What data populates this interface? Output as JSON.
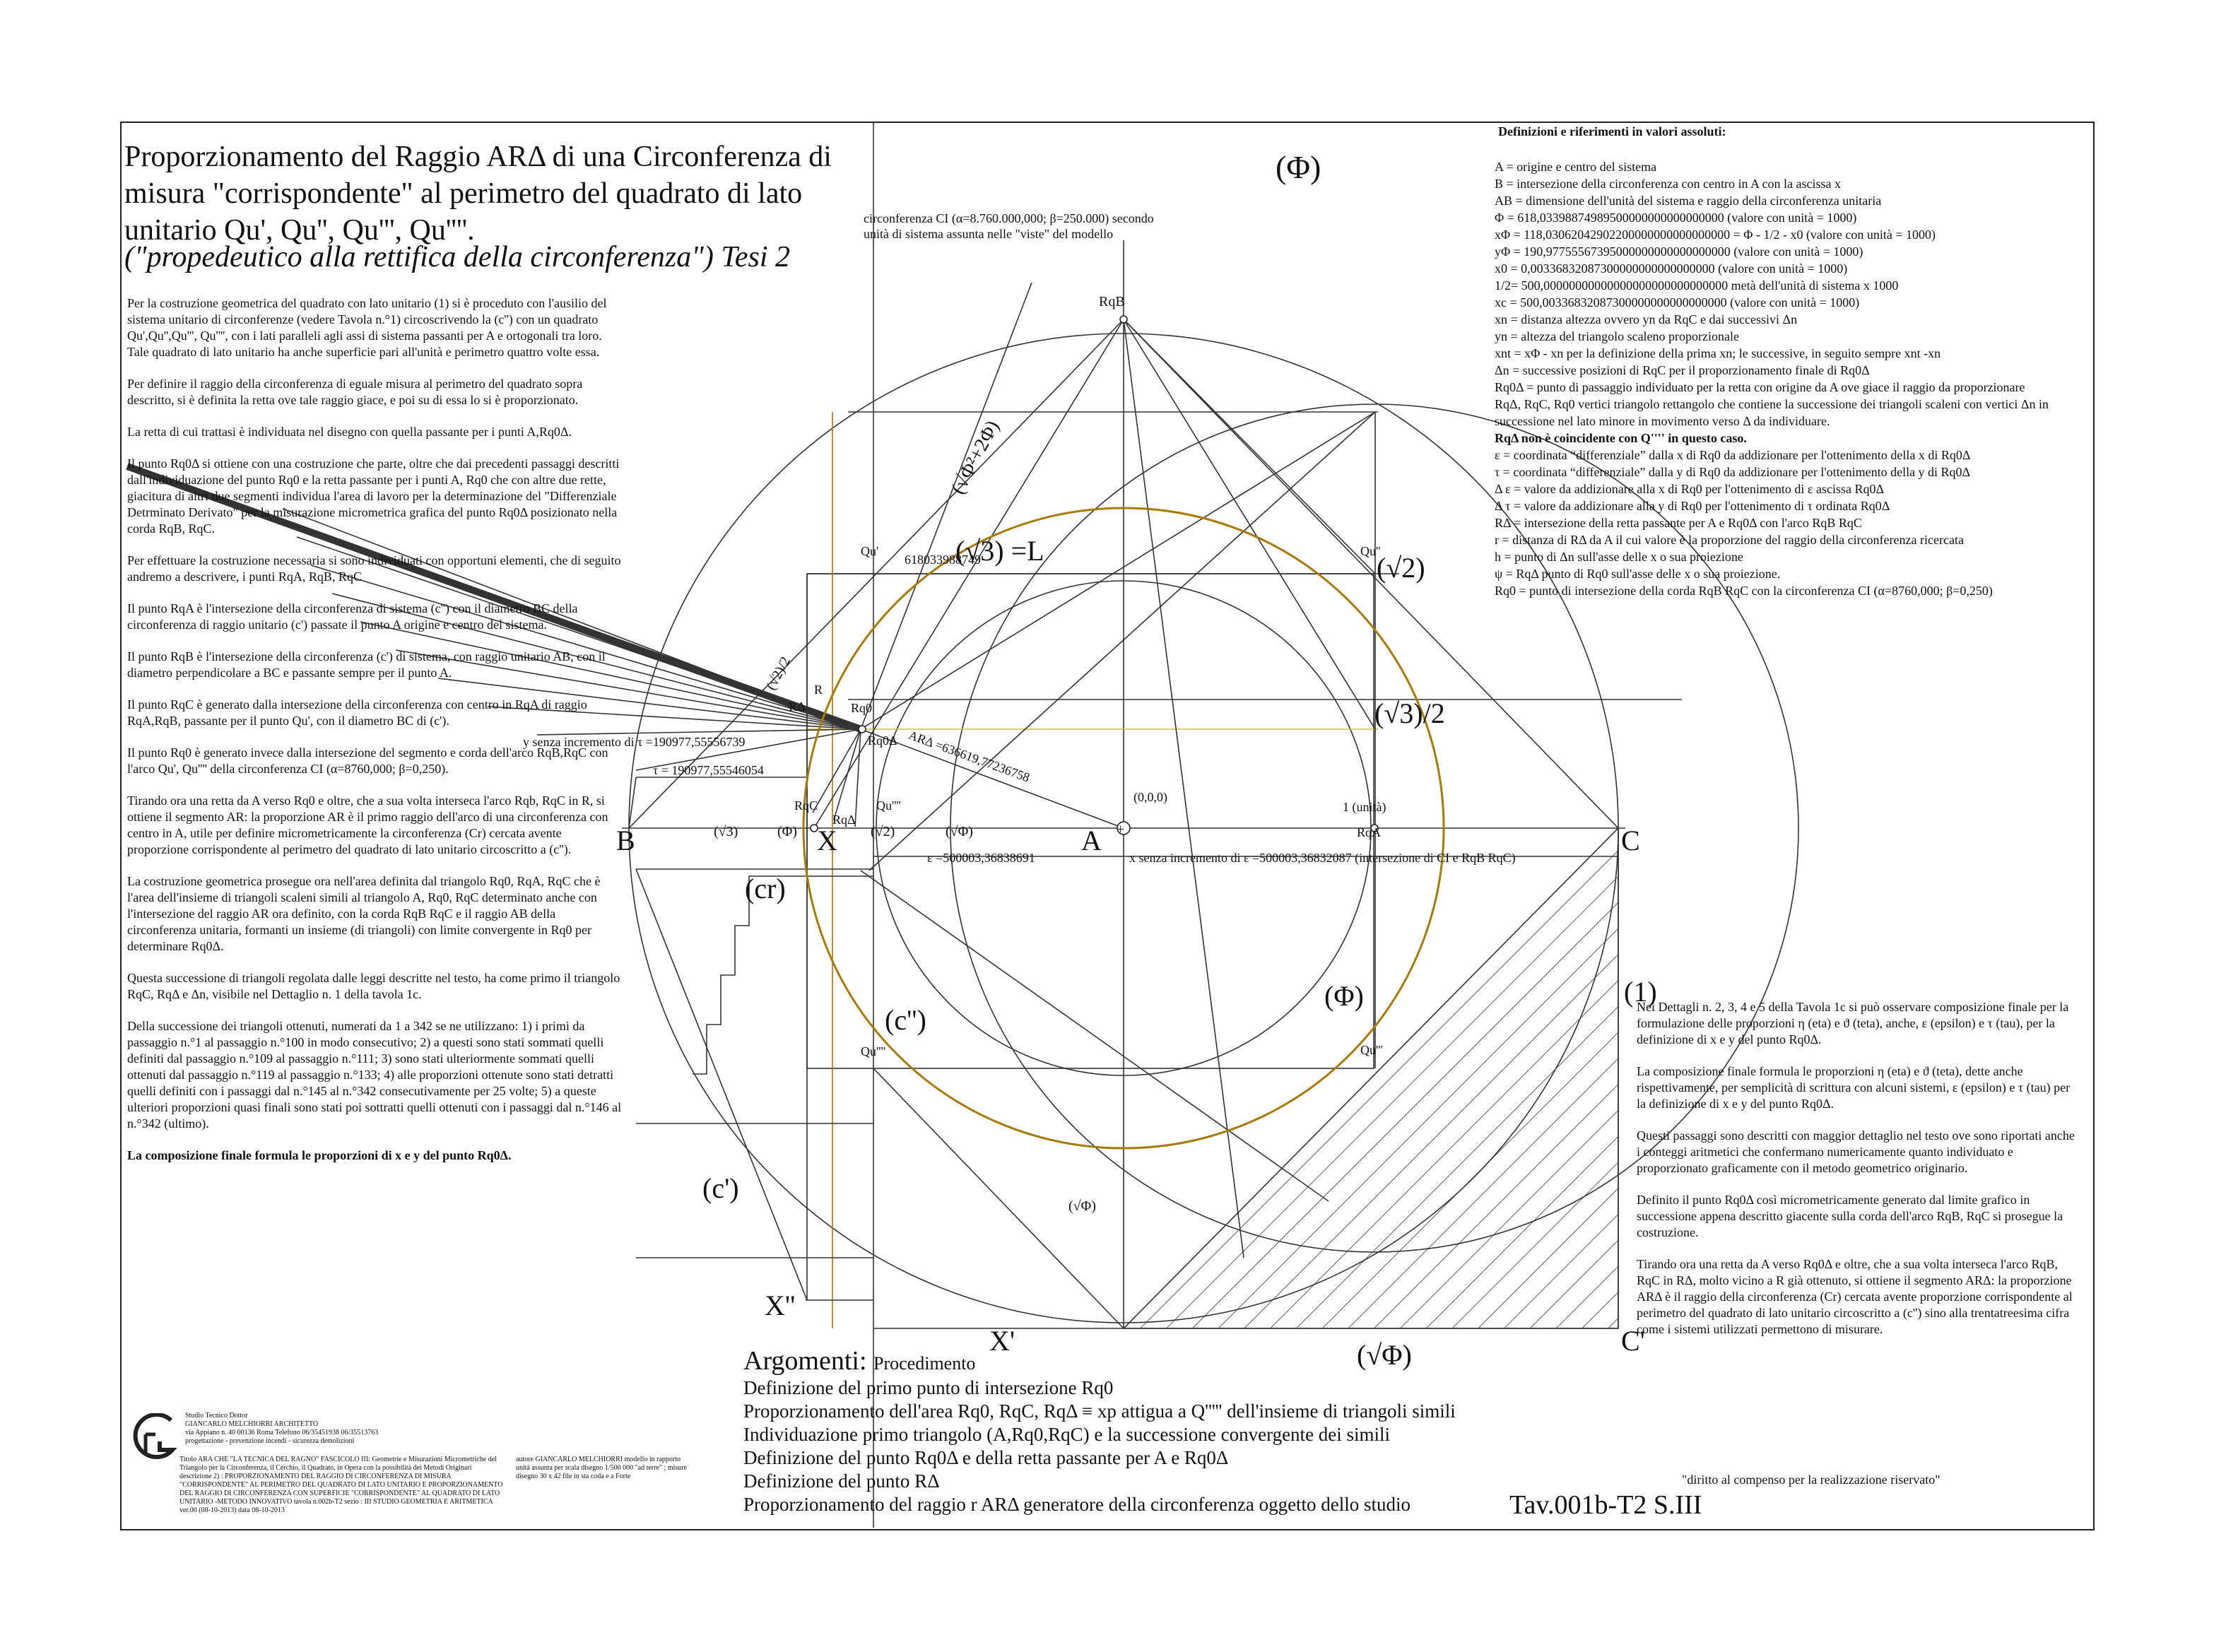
{
  "title": "Proporzionamento del Raggio ARΔ di una Circonferenza di misura  \"corrispondente\" al perimetro del quadrato di lato unitario Qu', Qu'', Qu''', Qu''''.",
  "subtitle": "(\"propedeutico alla rettifica della circonferenza\") Tesi 2",
  "intro_paragraphs": [
    "Per la costruzione geometrica del quadrato con lato unitario (1) si è proceduto con l'ausilio del sistema unitario di circonferenze (vedere Tavola n.°1) circoscrivendo la (c'') con un quadrato Qu',Qu'',Qu''', Qu'''', con i lati paralleli agli assi di sistema passanti per A e ortogonali tra loro. Tale quadrato di lato unitario ha anche superficie pari all'unità e perimetro quattro volte essa.",
    "Per definire il raggio della circonferenza  di eguale misura al perimetro del quadrato sopra descritto, si è definita la retta ove tale raggio giace, e poi su di essa lo si è proporzionato.",
    "La retta di cui trattasi è individuata nel disegno con quella passante per i punti A,Rq0Δ.",
    "Il punto Rq0Δ si ottiene con una costruzione che parte, oltre che dai precedenti passaggi descritti dall'individuazione del punto Rq0 e la retta passante per i punti A, Rq0 che con altre due rette, giacitura di altri due segmenti individua l'area di lavoro per la determinazione del \"Differenziale Detrminato Derivato\" per la misurazione micrometrica grafica del punto Rq0Δ posizionato nella corda RqB, RqC.",
    "Per effettuare la costruzione necessaria si sono individuati con opportuni elementi, che di seguito andremo a descrivere, i punti RqA, RqB, RqC",
    "Il punto RqA è l'intersezione della circonferenza di sistema (c'') con il diametro BC della circonferenza di raggio unitario (c') passate il punto A origine e centro del sistema.",
    "Il punto RqB è l'intersezione della circonferenza (c') di sistema, con raggio unitario AB, con il diametro perpendicolare a BC e passante sempre per il punto A.",
    "Il punto RqC è generato dalla intersezione della circonferenza con centro in RqA di raggio RqA,RqB, passante per il punto Qu', con il diametro BC di (c').",
    "Il punto Rq0 è generato invece dalla intersezione del segmento e corda dell'arco RqB,RqC con l'arco Qu', Qu'''' della circonferenza CI (α=8760,000; β=0,250).",
    "Tirando ora una retta da A verso Rq0 e oltre, che a sua volta interseca l'arco Rqb, RqC in R, si ottiene il segmento AR: la proporzione AR è il primo raggio dell'arco di una circonferenza con centro in A, utile per definire micrometricamente la circonferenza  (Cr) cercata avente proporzione corrispondente al perimetro del quadrato di lato unitario circoscritto a (c'').",
    "La costruzione geometrica prosegue ora nell'area definita dal triangolo Rq0, RqA, RqC che è l'area dell'insieme di triangoli scaleni simili al triangolo A, Rq0, RqC determinato anche con l'intersezione del raggio AR ora definito, con la corda RqB RqC e il raggio AB della circonferenza unitaria, formanti un insieme (di triangoli) con limite convergente in Rq0 per determinare Rq0Δ.",
    "Questa successione di triangoli regolata dalle leggi descritte nel testo, ha come primo il triangolo RqC, RqΔ e Δn, visibile nel Dettaglio n. 1 della tavola 1c.",
    "Della successione dei triangoli ottenuti, numerati da 1 a 342 se ne utilizzano: 1) i primi da passaggio n.°1 al passaggio n.°100 in modo consecutivo; 2) a questi sono stati sommati quelli definiti dal passaggio n.°109 al passaggio n.°111; 3) sono stati ulteriormente sommati quelli ottenuti dal passaggio n.°119 al passaggio n.°133; 4) alle proporzioni ottenute sono stati detratti quelli definiti con i passaggi dal n.°145 al n.°342 consecutivamente per 25 volte; 5) a queste ulteriori proporzioni quasi finali sono stati poi sottratti quelli ottenuti con i passaggi dal n.°146 al n.°342 (ultimo).",
    "La composizione finale formula le proporzioni di x e y del punto Rq0Δ."
  ],
  "definitions": {
    "title": "Definizioni e riferimenti in valori assoluti:",
    "items": [
      "A = origine e centro del sistema",
      "B = intersezione della circonferenza con centro in A con la ascissa x",
      "AB = dimensione dell'unità del sistema e raggio  della circonferenza unitaria",
      "Φ   = 618,03398874989500000000000000000  (valore con unità = 1000)",
      "xΦ = 118,03062042902200000000000000000 = Φ - 1/2 - x0 (valore con unità = 1000)",
      "yΦ = 190,97755567395000000000000000000 (valore con unità = 1000)",
      "x0 =     0,00336832087300000000000000000 (valore con unità = 1000)",
      "1/2= 500,00000000000000000000000000000 metà dell'unità di sistema x 1000",
      "xc =  500,00336832087300000000000000000 (valore con unità = 1000)",
      "xn = distanza altezza ovvero yn da RqC e dai successivi Δn",
      "yn = altezza del triangolo scaleno proporzionale",
      "xnt = xΦ - xn per la definizione della prima xn; le successive, in seguito sempre xnt -xn",
      "Δn =  successive posizioni di RqC per il proporzionamento finale di Rq0Δ",
      "Rq0Δ = punto di passaggio individuato per la retta con origine da A ove giace il raggio da proporzionare",
      "RqΔ, RqC, Rq0 vertici triangolo rettangolo che contiene la successione dei triangoli scaleni con vertici Δn in successione nel lato minore in movimento verso  Δ da individuare.",
      "RqΔ non è coincidente con Q'''' in questo caso.",
      "ε = coordinata “differenziale” dalla  x di Rq0 da addizionare per l'ottenimento della x di Rq0Δ",
      "τ = coordinata “differenziale” dalla  y di Rq0 da addizionare per l'ottenimento della y di Rq0Δ",
      "Δ ε = valore da addizionare alla x di Rq0 per l'ottenimento di ε ascissa Rq0Δ",
      "Δ τ = valore da addizionare alla y di Rq0 per l'ottenimento di τ ordinata Rq0Δ",
      "RΔ =  intersezione della retta passante per  A e Rq0Δ con l'arco RqB RqC",
      "r = distanza di RΔ da A il cui valore è la proporzione del raggio della circonferenza ricercata",
      "h = punto di Δn sull'asse delle x o sua proiezione",
      "ψ = RqΔ punto di Rq0 sull'asse delle x o sua proiezione.",
      "Rq0 =  punto di intersezione  della corda RqB RqC con la circonferenza CI (α=8760,000; β=0,250)"
    ]
  },
  "right_paragraphs": [
    "Nei Dettagli n. 2, 3, 4 e 5 della Tavola 1c si può osservare composizione finale per la formulazione delle proporzioni η (eta) e ϑ (teta), anche, ε (epsilon) e τ (tau), per la definizione di x e y del punto Rq0Δ.",
    "La composizione finale formula le proporzioni η (eta) e ϑ (teta), dette anche rispettivamente, per semplicità di scrittura con alcuni sistemi, ε (epsilon) e τ (tau) per la definizione di x e y del punto Rq0Δ.",
    "Questi passaggi sono descritti con maggior dettaglio nel testo ove sono riportati anche i conteggi aritmetici che confermano numericamente quanto individuato e proporzionato graficamente con il metodo geometrico originario.",
    "Definito il punto Rq0Δ così micrometricamente generato dal limite grafico in successione appena descritto giacente sulla corda dell'arco RqB, RqC si prosegue la costruzione.",
    "Tirando ora una retta da A verso Rq0Δ e oltre, che a sua volta interseca l'arco RqB, RqC in RΔ, molto vicino a R già ottenuto, si ottiene il segmento ARΔ: la proporzione ARΔ è il raggio della circonferenza (Cr) cercata avente proporzione corrispondente al perimetro del quadrato di lato unitario circoscritto a (c'') sino alla trentatreesima cifra come i sistemi utilizzati permettono di misurare."
  ],
  "diritto": "\"diritto al compenso per la realizzazione riservato\"",
  "tavola": "Tav.001b-T2 S.III",
  "argomenti": {
    "heading": "Argomenti:",
    "heading_sub": "Procedimento",
    "items": [
      "Definizione del primo punto di intersezione Rq0",
      "Proporzionamento dell'area Rq0, RqC, RqΔ ≡ xp attigua a Q''''' dell'insieme di triangoli simili",
      "Individuazione primo triangolo (A,Rq0,RqC) e la successione convergente dei simili",
      "Definizione del punto Rq0Δ e della retta passante per A e Rq0Δ",
      "Definizione del punto RΔ",
      "Proporzionamento del raggio r ARΔ generatore della circonferenza oggetto dello studio"
    ]
  },
  "circ_note": "circonferenza CI (α=8.760.000,000; β=250.000) secondo unità di sistema assunta nelle \"viste\" del modello",
  "labels": {
    "phi_top": "(Φ)",
    "rqb": "RqB",
    "sqrt3_L": "(√3) =L",
    "phi_value": "618033988749",
    "sqrt_phi2": "(√Φ²+2Φ)",
    "qu1": "Qu'",
    "qu2": "Qu''",
    "qu3": "Qu'''",
    "qu4": "Qu''''",
    "qu4b": "Qu''''",
    "sqrt2": "(√2)",
    "sqrt3_2": "(√3)/2",
    "sqrt2_2": "(√2)/2",
    "r": "R",
    "rd": "RΔ",
    "rq0": "Rq0",
    "rq0d": "Rq0Δ",
    "ard": "ARΔ =636619,77236758",
    "y_tau": "y senza incremento di τ =190977,55556739",
    "tau": "τ = 190977,55546054",
    "origin": "(0,0,0)",
    "unita": "1 (unità)",
    "rqa": "RqA",
    "rqc": "RqC",
    "rqd": "RqΔ",
    "b": "B",
    "x": "X",
    "a": "A",
    "c": "C",
    "sqrt3_b": "(√3)",
    "phi_b": "(Φ)",
    "sqrt2_b": "(√2)",
    "sqrt_phi_b": "(√Φ)",
    "eps": "ε =500003,36838691",
    "x_eps": "x senza incremento di ε =500003,36832087 (intersezione di CI e RqB RqC)",
    "cr": "(cr)",
    "c2": "(c'')",
    "phi_mid": "(Φ)",
    "one": "(1)",
    "c1": "(c')",
    "sqrt_phi_s": "(√Φ)",
    "x2": "X''",
    "x1": "X'",
    "sqrt_phi_big": "(√Φ)",
    "c_prime": "C'"
  },
  "studio": {
    "line1": "Studio Tecnico Dottor",
    "line2": "GIANCARLO MELCHIORRI ARCHITETTO",
    "line3": "via Appiano n. 40   00136 Roma   Telefono 06/35451938 06/35513763",
    "line4": "progettazione  -  prevenzione incendi  -  sicurezza demolizioni"
  },
  "tinfo": "Titolo ARA CHE \"LA TECNICA DEL RAGNO\" FASCICOLO III: Geometrie e Misurazioni Micrometriche del Triangolo per la Circonferenza, il Cerchio, il Quadrato, in Opera con la possibilità dei Metodi Originari descrizione 2) : PROPORZIONAMENTO DEL RAGGIO DI CIRCONFERENZA DI MISURA \"CORRISPONDENTE\" AL PERIMETRO DEL QUADRATO DI LATO UNITARIO E PROPORZIONAMENTO DEL RAGGIO DI CIRCONFERENZA CON SUPERFICIE \"CORRISPONDENTE\" AL QUADRATO DI LATO UNITARIO -METODO INNOVATIVO tavola n.002b-T2 sezio : III STUDIO GEOMETRIA E ARITMETICA ver.00 (08-10-2013) data 08-10-2013",
  "autore": "autore GIANCARLO MELCHIORRI modello in rapporto unità assunta per scala disegno 1/500 000 \"ad terre\" ; misure disegno 30 x 42 file in sta coda e a Forte",
  "colors": {
    "line": "#333333",
    "gold": "#a57a07",
    "yellow": "#d9b84a"
  }
}
